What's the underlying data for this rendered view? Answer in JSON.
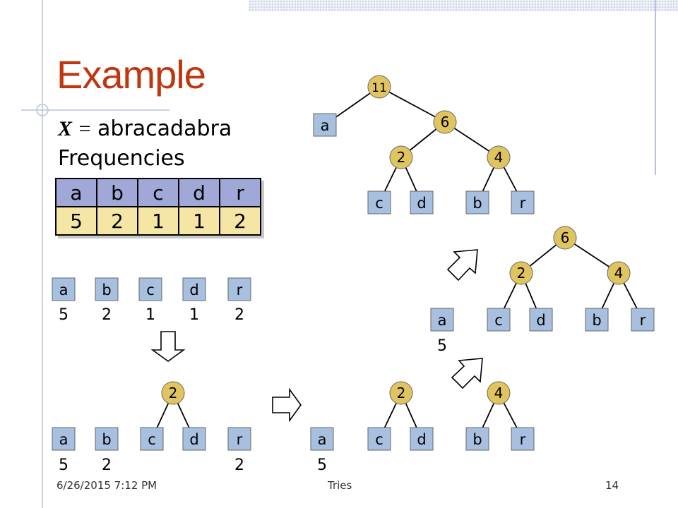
{
  "title": "Example",
  "x_label": "X",
  "x_equals": "=",
  "x_value": "abracadabra",
  "frequencies_label": "Frequencies",
  "freq_table": {
    "letters": [
      "a",
      "b",
      "c",
      "d",
      "r"
    ],
    "counts": [
      "5",
      "2",
      "1",
      "1",
      "2"
    ]
  },
  "footer": {
    "date": "6/26/2015 7:12 PM",
    "center": "Tries",
    "page": "14"
  },
  "colors": {
    "title": "#c0360e",
    "leaf": "#a8c0e0",
    "internal": "#e0c460",
    "table_header": "#9fa8d6",
    "table_values": "#f6e6a6"
  },
  "icons": [
    "down-arrow-icon",
    "right-arrow-icon",
    "up-right-arrow-icon"
  ],
  "tree_nodes": {
    "n11": "11",
    "leaf_a_top": "a",
    "n6_top": "6",
    "n2_top": "2",
    "n4_top": "4",
    "leaf_c_top": "c",
    "leaf_d_top": "d",
    "leaf_b_top": "b",
    "leaf_r_top": "r",
    "n6_mid": "6",
    "n2_mid": "2",
    "n4_mid": "4",
    "leaf_a_mid": "a",
    "w_a_mid": "5",
    "leaf_c_mid": "c",
    "leaf_d_mid": "d",
    "leaf_b_mid": "b",
    "leaf_r_mid": "r",
    "s1_a": "a",
    "s1_b": "b",
    "s1_c": "c",
    "s1_d": "d",
    "s1_r": "r",
    "s1_wa": "5",
    "s1_wb": "2",
    "s1_wc": "1",
    "s1_wd": "1",
    "s1_wr": "2",
    "s2_n2": "2",
    "s2_a": "a",
    "s2_b": "b",
    "s2_c": "c",
    "s2_d": "d",
    "s2_r": "r",
    "s2_wa": "5",
    "s2_wb": "2",
    "s2_wr": "2",
    "s3_n2": "2",
    "s3_n4": "4",
    "s3_a": "a",
    "s3_c": "c",
    "s3_d": "d",
    "s3_b": "b",
    "s3_r": "r",
    "s3_wa": "5"
  }
}
